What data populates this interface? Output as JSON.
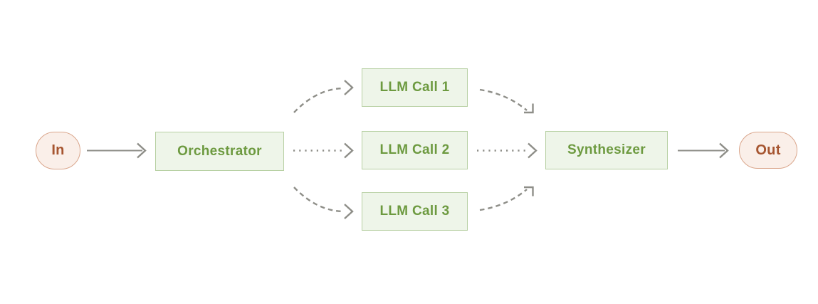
{
  "diagram": {
    "name": "orchestrator-workers-workflow",
    "nodes": [
      {
        "id": "in",
        "label": "In",
        "type": "terminal"
      },
      {
        "id": "orchestrator",
        "label": "Orchestrator",
        "type": "process"
      },
      {
        "id": "llm1",
        "label": "LLM Call 1",
        "type": "process"
      },
      {
        "id": "llm2",
        "label": "LLM Call 2",
        "type": "process"
      },
      {
        "id": "llm3",
        "label": "LLM Call 3",
        "type": "process"
      },
      {
        "id": "synthesizer",
        "label": "Synthesizer",
        "type": "process"
      },
      {
        "id": "out",
        "label": "Out",
        "type": "terminal"
      }
    ],
    "edges": [
      {
        "from": "in",
        "to": "orchestrator",
        "style": "solid-arrow"
      },
      {
        "from": "orchestrator",
        "to": "llm1",
        "style": "dashed-curve"
      },
      {
        "from": "orchestrator",
        "to": "llm2",
        "style": "dotted-arrow"
      },
      {
        "from": "orchestrator",
        "to": "llm3",
        "style": "dashed-curve"
      },
      {
        "from": "llm1",
        "to": "synthesizer",
        "style": "dashed-curve"
      },
      {
        "from": "llm2",
        "to": "synthesizer",
        "style": "dotted-arrow"
      },
      {
        "from": "llm3",
        "to": "synthesizer",
        "style": "dashed-curve"
      },
      {
        "from": "synthesizer",
        "to": "out",
        "style": "solid-arrow"
      }
    ],
    "colors": {
      "background": "#ffffff",
      "process_fill": "#eef5e9",
      "process_border": "#b7d0a3",
      "process_text": "#6d9a40",
      "terminal_fill": "#faefe9",
      "terminal_border": "#daa68c",
      "terminal_text": "#a65530",
      "arrow_gray": "#8e8e88"
    }
  }
}
